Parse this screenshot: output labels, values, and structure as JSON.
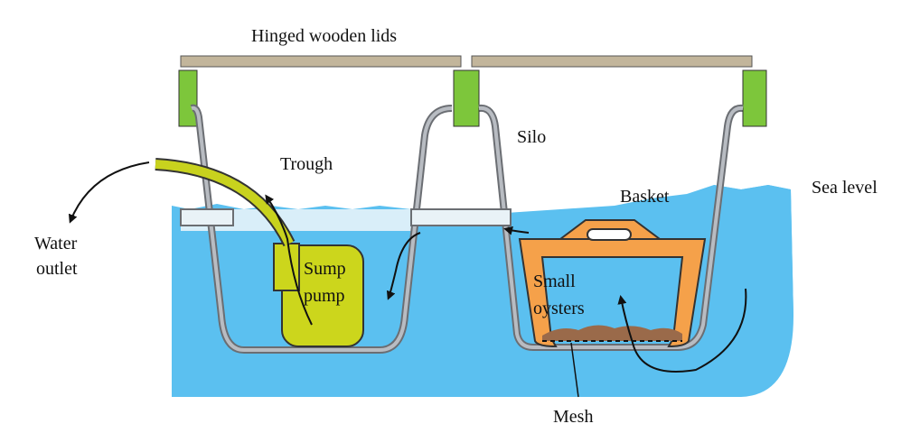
{
  "labels": {
    "lids": "Hinged wooden lids",
    "trough": "Trough",
    "silo": "Silo",
    "basket": "Basket",
    "sea_level": "Sea level",
    "water_outlet_1": "Water",
    "water_outlet_2": "outlet",
    "sump_pump_1": "Sump",
    "sump_pump_2": "pump",
    "small_oysters_1": "Small",
    "small_oysters_2": "oysters",
    "mesh": "Mesh"
  },
  "colors": {
    "water": "#5bc0f0",
    "water_light": "#d9eef9",
    "lid": "#c2b59b",
    "bracket": "#7dc63b",
    "container_wall": "#b8bcc2",
    "pump": "#ccd61c",
    "pipe": "#c8d21e",
    "basket": "#f5a14a",
    "oysters": "#9a6a4a"
  }
}
